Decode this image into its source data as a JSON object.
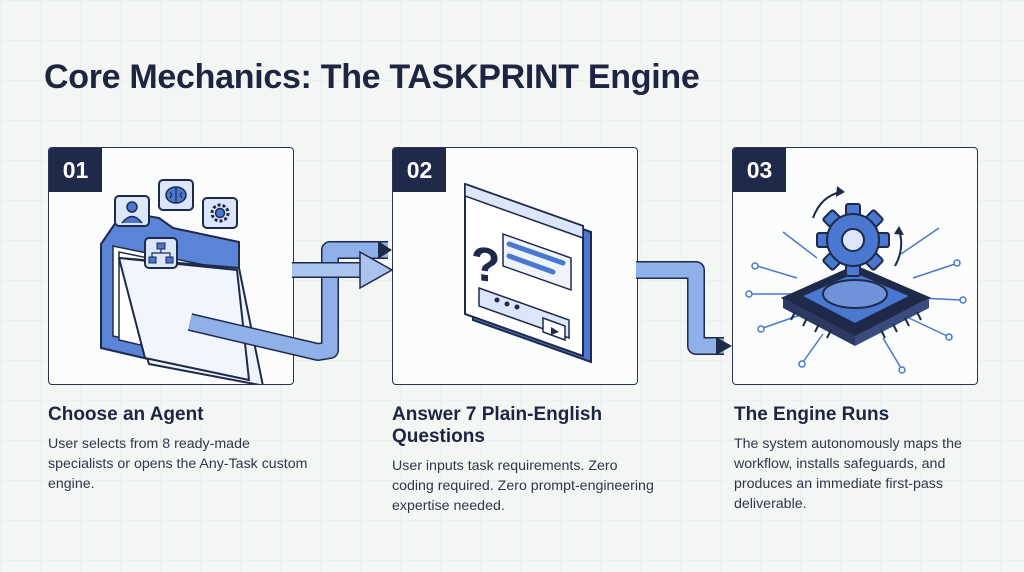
{
  "title": "Core Mechanics: The TASKPRINT Engine",
  "colors": {
    "navy": "#1f2a4a",
    "accent": "#4a78d0",
    "light_blue": "#aac4ee",
    "background": "#f4f6f3"
  },
  "steps": [
    {
      "number": "01",
      "heading": "Choose an Agent",
      "description": "User selects from 8 ready-made specialists or opens the Any-Task custom engine.",
      "icon": "folder-with-agent-cards-icon"
    },
    {
      "number": "02",
      "heading": "Answer 7 Plain-English Questions",
      "description": "User inputs task requirements. Zero coding required. Zero prompt-engineering expertise needed.",
      "icon": "question-form-window-icon"
    },
    {
      "number": "03",
      "heading": "The Engine Runs",
      "description": "The system autonomously maps the workflow, installs safeguards, and produces an immediate first-pass deliverable.",
      "icon": "gear-on-chip-icon"
    }
  ]
}
